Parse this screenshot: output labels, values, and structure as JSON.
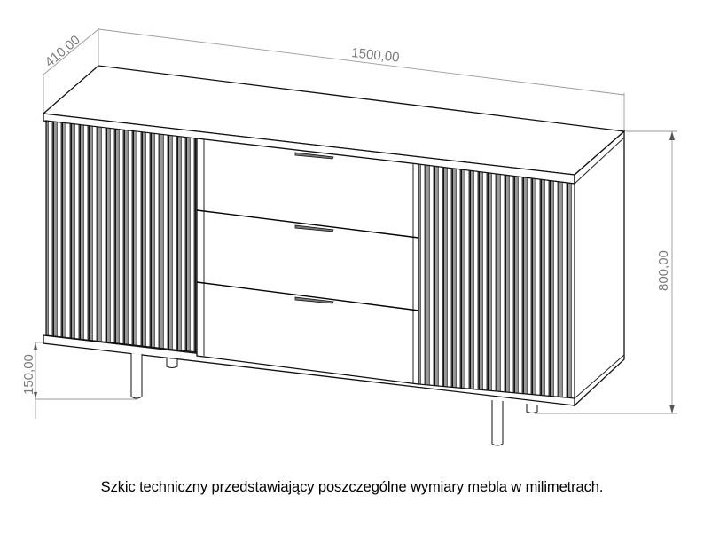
{
  "drawing": {
    "subject": "sideboard technical sketch",
    "dimensions": {
      "depth": "410,00",
      "width": "1500,00",
      "height": "800,00",
      "leg_height": "150,00"
    },
    "parts": {
      "left_door": "fluted door",
      "drawers": [
        "drawer 1",
        "drawer 2",
        "drawer 3"
      ],
      "right_door": "fluted door",
      "legs": 4
    }
  },
  "caption": "Szkic techniczny przedstawiający poszczególne wymiary mebla w milimetrach."
}
